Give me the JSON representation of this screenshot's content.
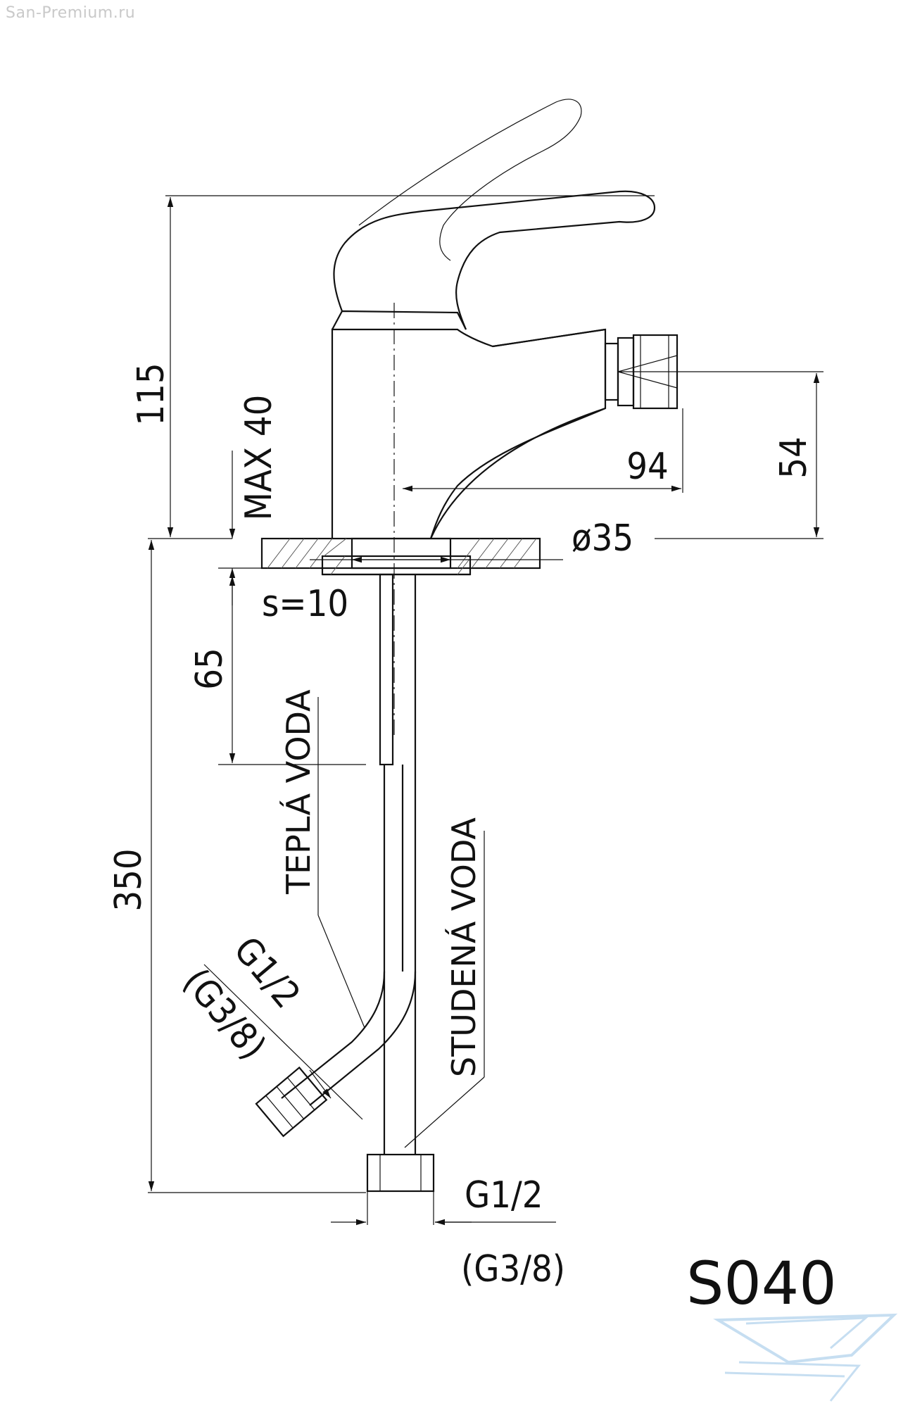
{
  "watermark": {
    "site": "San-Premium.ru"
  },
  "dimensions": {
    "height_total": "115",
    "max_thickness": "MAX 40",
    "outlet_width": "94",
    "outlet_height": "54",
    "diameter": "ø35",
    "plate_thickness": "s=10",
    "depth_65": "65",
    "hose_length": "350"
  },
  "labels": {
    "hot_water": "TEPLÁ VODA",
    "cold_water": "STUDENÁ VODA",
    "thread_left_main": "G1/2",
    "thread_left_alt": "(G3/8)",
    "thread_bottom_main": "G1/2",
    "thread_bottom_alt": "(G3/8)"
  },
  "model": {
    "code": "S040"
  },
  "colors": {
    "stroke": "#111111",
    "watermark": "#c9c9c9",
    "logo": "#b9d6ee"
  },
  "icons": {
    "logo": "bathtub-logo-icon"
  }
}
